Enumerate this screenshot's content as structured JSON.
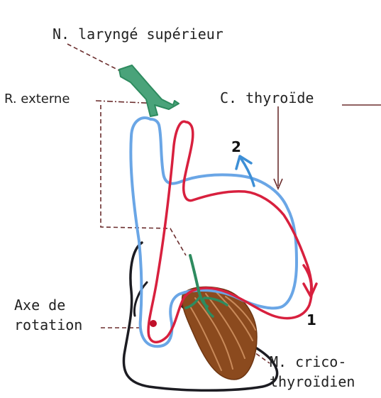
{
  "labels": {
    "nerve": "N. laryngé supérieur",
    "external_branch": "R. externe",
    "thyroid": "C. thyroïde",
    "rotation_line1": "Axe de",
    "rotation_line2": "rotation",
    "muscle_line1": "M. crico-",
    "muscle_line2": "thyroïdien"
  },
  "markers": {
    "one": "1",
    "two": "2"
  },
  "colors": {
    "blue": "#6aa6e6",
    "red": "#d8203e",
    "green": "#2e8b5f",
    "green_fill": "#4aa37a",
    "brown": "#8b4a1e",
    "brown_light": "#c98a5a",
    "black": "#1c1c22",
    "dash": "#6b2e2e",
    "text": "#222222"
  }
}
